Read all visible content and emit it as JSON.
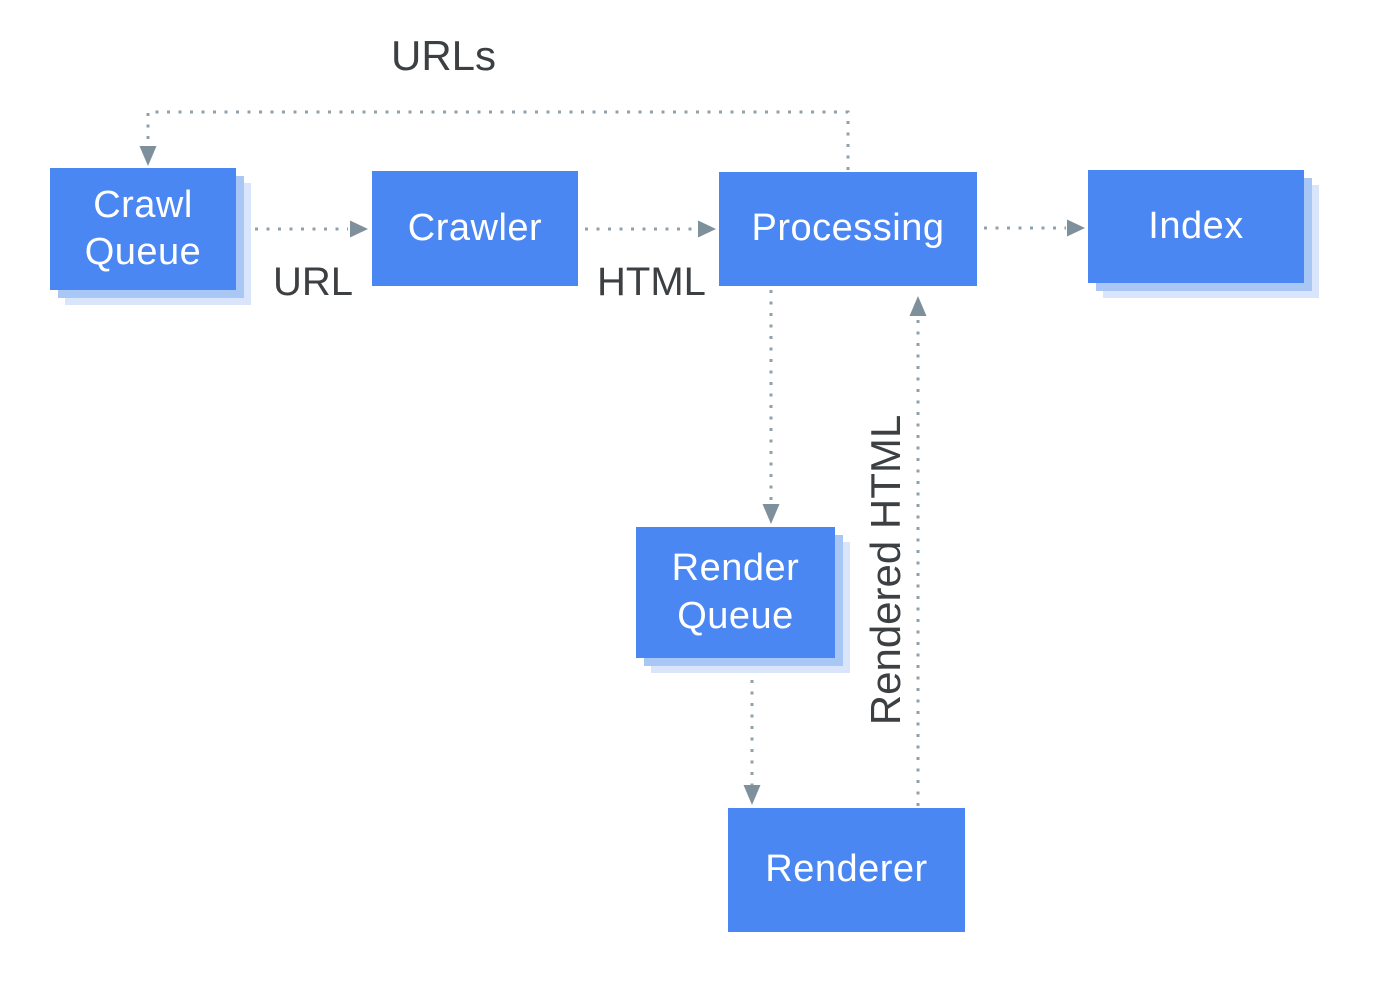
{
  "diagram": {
    "type": "flowchart",
    "nodes": {
      "crawl_queue": {
        "label": "Crawl Queue"
      },
      "crawler": {
        "label": "Crawler"
      },
      "processing": {
        "label": "Processing"
      },
      "index": {
        "label": "Index"
      },
      "render_queue": {
        "label": "Render Queue"
      },
      "renderer": {
        "label": "Renderer"
      }
    },
    "edges": [
      {
        "from": "processing",
        "to": "crawl_queue",
        "label": "URLs",
        "style": "dotted"
      },
      {
        "from": "crawl_queue",
        "to": "crawler",
        "label": "URL",
        "style": "dotted"
      },
      {
        "from": "crawler",
        "to": "processing",
        "label": "HTML",
        "style": "dotted"
      },
      {
        "from": "processing",
        "to": "index",
        "label": "",
        "style": "dotted"
      },
      {
        "from": "processing",
        "to": "render_queue",
        "label": "",
        "style": "dotted"
      },
      {
        "from": "render_queue",
        "to": "renderer",
        "label": "",
        "style": "dotted"
      },
      {
        "from": "renderer",
        "to": "processing",
        "label": "Rendered HTML",
        "style": "dotted"
      }
    ],
    "colors": {
      "node_fill": "#4a87f3",
      "node_text": "#ffffff",
      "shadow_inner": "#a9c7f4",
      "shadow_outer": "#d9e5fb",
      "connector": "#8fa2ac",
      "arrowhead": "#7d909c",
      "label_text": "#3c4043",
      "background": "#ffffff"
    }
  }
}
